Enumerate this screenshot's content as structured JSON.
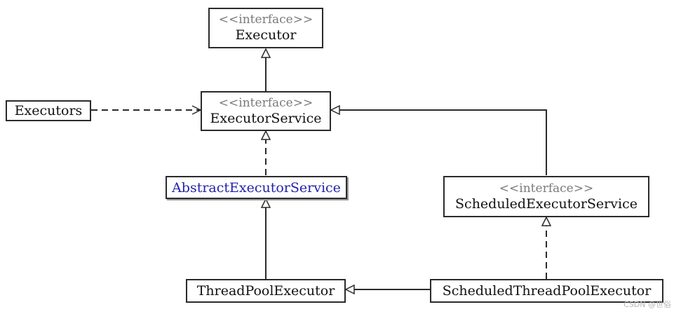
{
  "nodes": {
    "executor": {
      "stereotype": "<<interface>>",
      "name": "Executor"
    },
    "executor_service": {
      "stereotype": "<<interface>>",
      "name": "ExecutorService"
    },
    "executors": {
      "name": "Executors"
    },
    "abstract_executor_service": {
      "name": "AbstractExecutorService"
    },
    "scheduled_executor_service": {
      "stereotype": "<<interface>>",
      "name": "ScheduledExecutorService"
    },
    "thread_pool_executor": {
      "name": "ThreadPoolExecutor"
    },
    "scheduled_thread_pool_executor": {
      "name": "ScheduledThreadPoolExecutor"
    }
  },
  "relations": [
    {
      "from": "ExecutorService",
      "to": "Executor",
      "kind": "extends"
    },
    {
      "from": "Executors",
      "to": "ExecutorService",
      "kind": "dependency"
    },
    {
      "from": "AbstractExecutorService",
      "to": "ExecutorService",
      "kind": "implements"
    },
    {
      "from": "ScheduledExecutorService",
      "to": "ExecutorService",
      "kind": "extends"
    },
    {
      "from": "ThreadPoolExecutor",
      "to": "AbstractExecutorService",
      "kind": "extends"
    },
    {
      "from": "ScheduledThreadPoolExecutor",
      "to": "ThreadPoolExecutor",
      "kind": "extends"
    },
    {
      "from": "ScheduledThreadPoolExecutor",
      "to": "ScheduledExecutorService",
      "kind": "implements"
    }
  ],
  "colors": {
    "line": "#2b2b2b",
    "abstract_text": "#2222aa",
    "stereotype_text": "#7a7a7a"
  },
  "watermark": "CSDN @世俗"
}
